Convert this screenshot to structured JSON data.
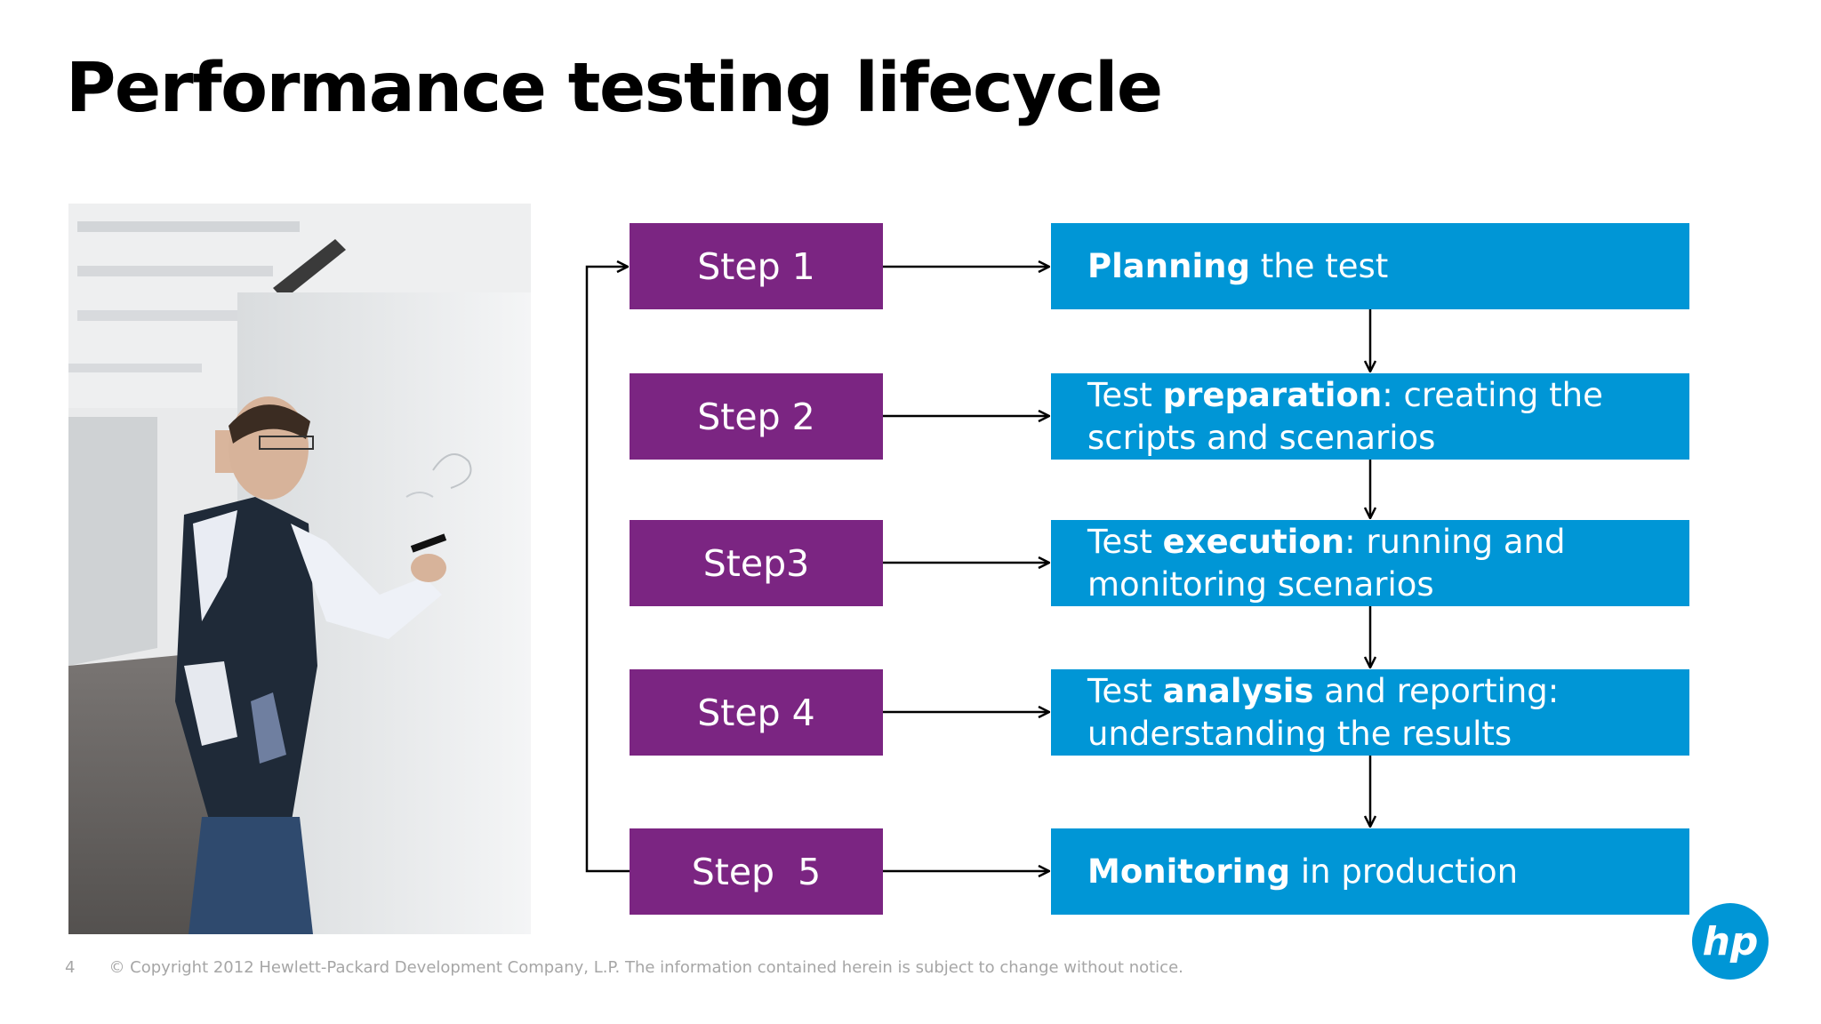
{
  "title": "Performance testing lifecycle",
  "steps": [
    {
      "label": "Step 1",
      "bold": "Planning",
      "after": " the test",
      "prefix": ""
    },
    {
      "label": "Step 2",
      "prefix": "Test ",
      "bold": "preparation",
      "after": ": creating the scripts and scenarios"
    },
    {
      "label": "Step3",
      "prefix": "Test ",
      "bold": "execution",
      "after": ": running and monitoring scenarios"
    },
    {
      "label": "Step 4",
      "prefix": "Test ",
      "bold": "analysis",
      "after": " and reporting: understanding the results"
    },
    {
      "label": "Step  5",
      "prefix": "",
      "bold": "Monitoring",
      "after": " in production"
    }
  ],
  "footer": {
    "page_number": "4",
    "copyright": "© Copyright 2012 Hewlett-Packard Development Company, L.P.  The information contained herein is subject to change without notice."
  },
  "logo": {
    "text": "hp"
  },
  "colors": {
    "step_fill": "#7B2582",
    "desc_fill": "#0096D6",
    "footer_text": "#A6A6A6"
  }
}
